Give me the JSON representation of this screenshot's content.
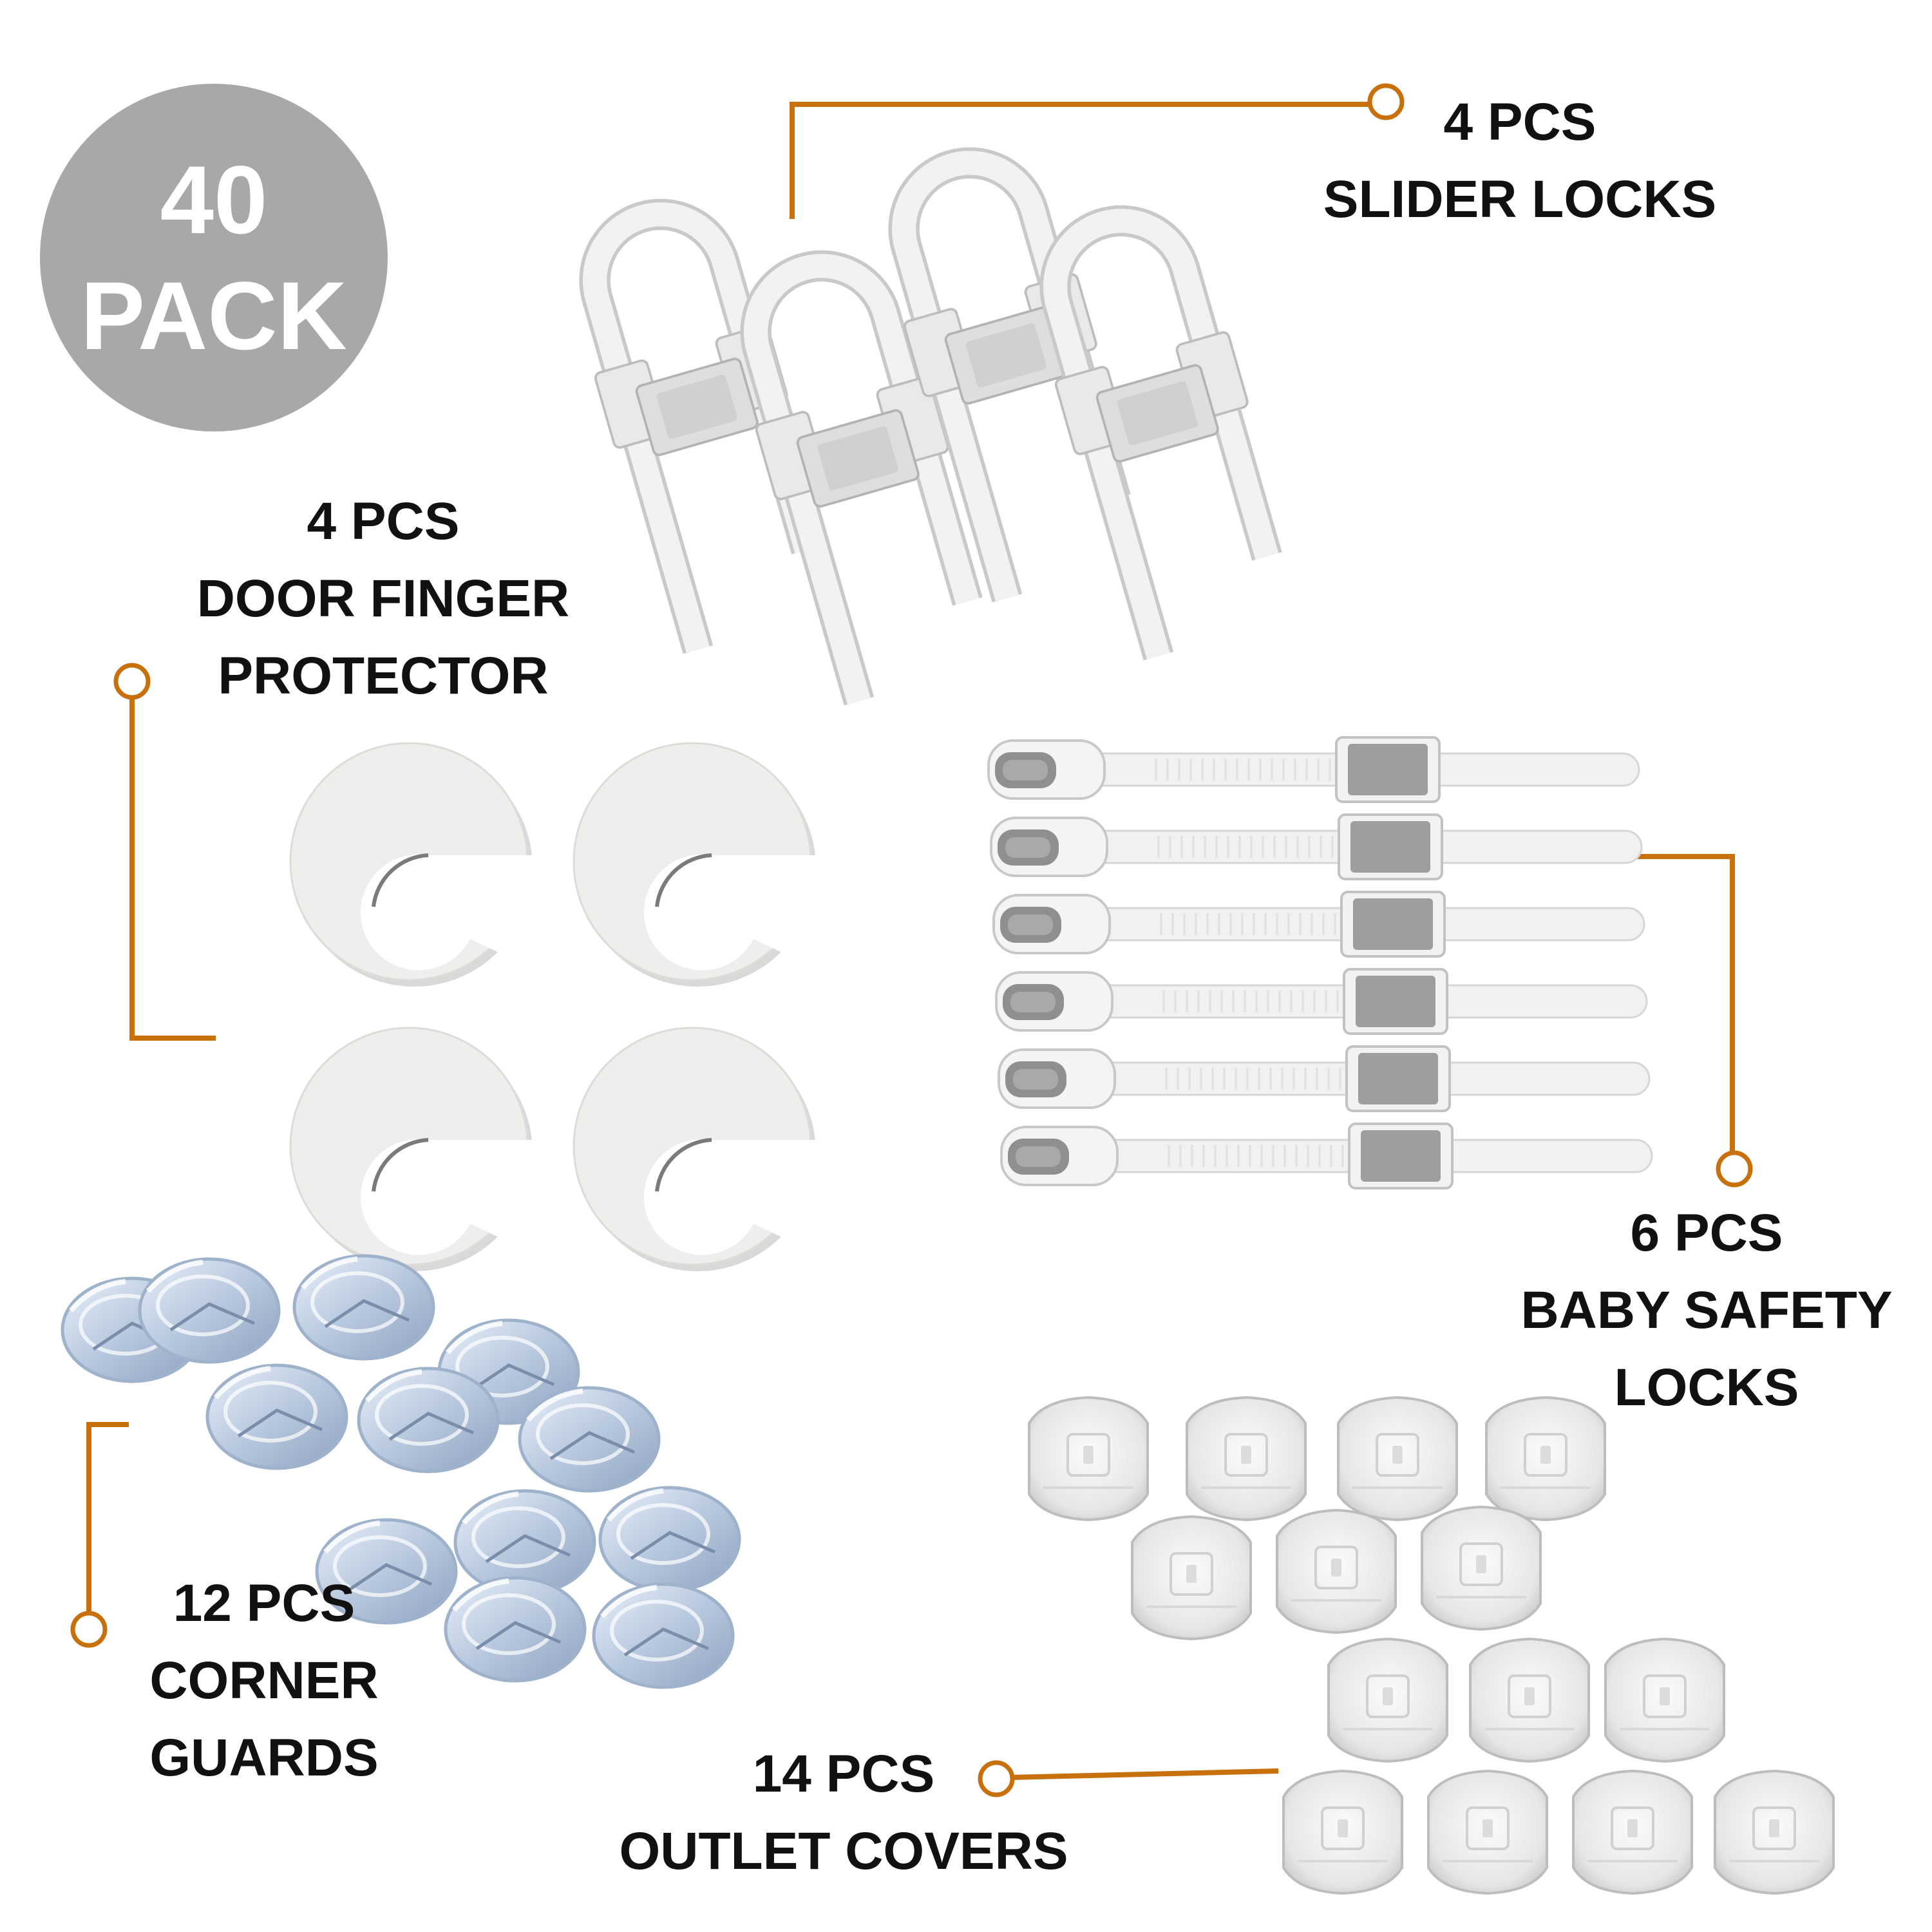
{
  "badge": {
    "line1": "40",
    "line2": "PACK",
    "color": "#a8a8a8"
  },
  "accent_color": "#c8700c",
  "groups": {
    "slider_locks": {
      "count": "4 PCS",
      "name": "SLIDER LOCKS",
      "quantity": 4
    },
    "door_finger_protector": {
      "count": "4 PCS",
      "name_line1": "DOOR FINGER",
      "name_line2": "PROTECTOR",
      "quantity": 4
    },
    "baby_safety_locks": {
      "count": "6 PCS",
      "name_line1": "BABY SAFETY",
      "name_line2": "LOCKS",
      "quantity": 6
    },
    "corner_guards": {
      "count": "12 PCS",
      "name_line1": "CORNER",
      "name_line2": "GUARDS",
      "quantity": 12
    },
    "outlet_covers": {
      "count": "14 PCS",
      "name": "OUTLET COVERS",
      "quantity": 14
    }
  }
}
